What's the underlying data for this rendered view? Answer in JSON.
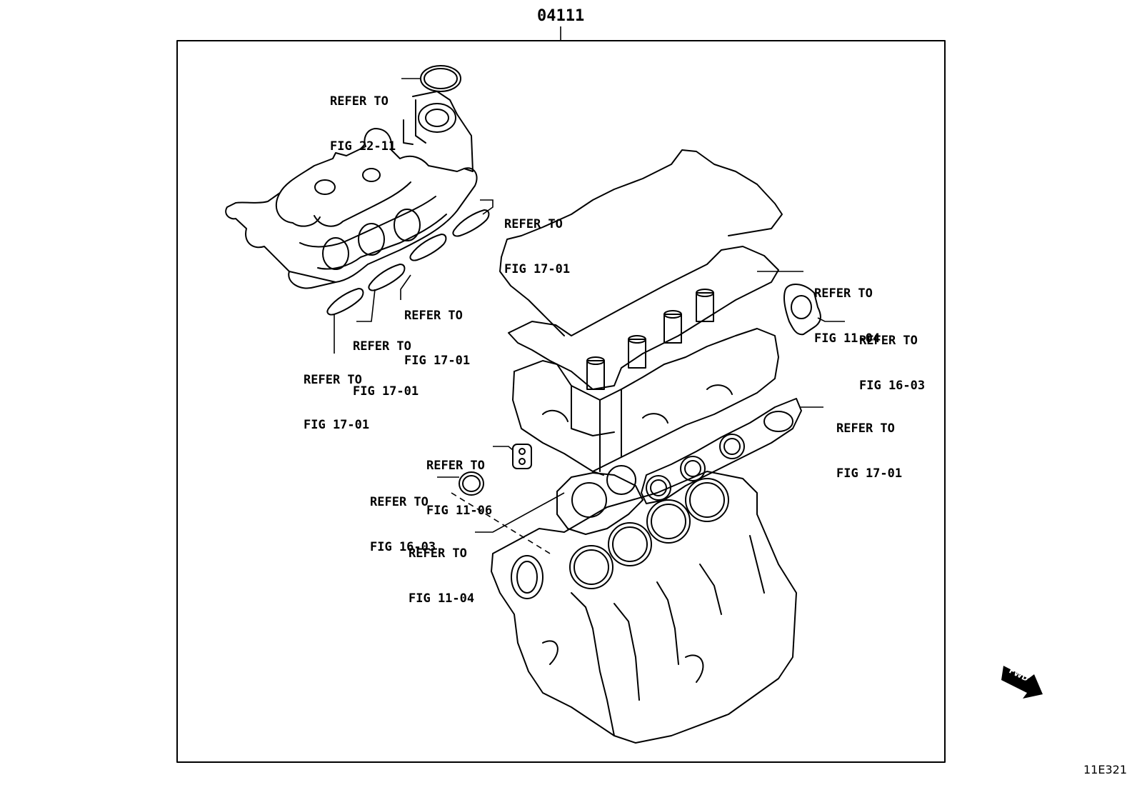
{
  "diagram": {
    "part_number": "04111",
    "illustration_code": "11E321",
    "fwd_label": "FWD",
    "callouts": [
      {
        "line1": "REFER TO",
        "line2": "FIG 22-11"
      },
      {
        "line1": "REFER TO",
        "line2": "FIG 17-01"
      },
      {
        "line1": "REFER TO",
        "line2": "FIG 17-01"
      },
      {
        "line1": "REFER TO",
        "line2": "FIG 17-01"
      },
      {
        "line1": "REFER TO",
        "line2": "FIG 17-01"
      },
      {
        "line1": "REFER TO",
        "line2": "FIG 11-04"
      },
      {
        "line1": "REFER TO",
        "line2": "FIG 16-03"
      },
      {
        "line1": "REFER TO",
        "line2": "FIG 17-01"
      },
      {
        "line1": "REFER TO",
        "line2": "FIG 11-06"
      },
      {
        "line1": "REFER TO",
        "line2": "FIG 16-03"
      },
      {
        "line1": "REFER TO",
        "line2": "FIG 11-04"
      }
    ]
  }
}
